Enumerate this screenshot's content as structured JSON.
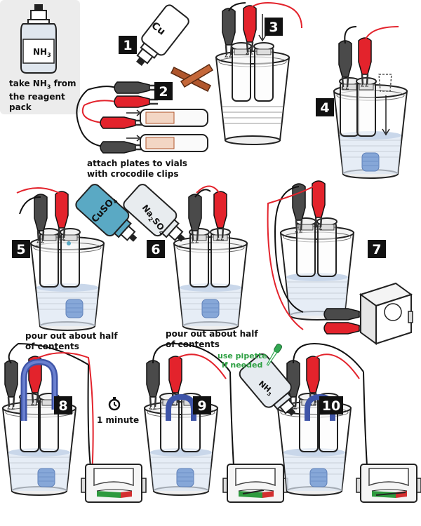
{
  "reagent": {
    "bottle_label_main": "NH",
    "bottle_label_sub": "3",
    "caption_line1_pre": "take NH",
    "caption_line1_sub": "3",
    "caption_line1_post": " from",
    "caption_line2": "the reagent",
    "caption_line3": "pack"
  },
  "steps": [
    "1",
    "2",
    "3",
    "4",
    "5",
    "6",
    "7",
    "8",
    "9",
    "10"
  ],
  "bottles": {
    "cu": "Cu",
    "cuso4_main": "CuSO",
    "cuso4_sub": "4",
    "na2so4_a": "Na",
    "na2so4_b": "2",
    "na2so4_c": "SO",
    "na2so4_d": "4",
    "nh3_main": "NH",
    "nh3_sub": "3"
  },
  "captions": {
    "clips_line1": "attach plates to vials",
    "clips_line2": "with crocodile clips",
    "pour5_line1": "pour out about half",
    "pour5_line2": "of contents",
    "pour6_line1": "pour out about half",
    "pour6_line2": "of contents",
    "pipette_line1": "use pipette",
    "pipette_line2": "if needed",
    "timer": "1 minute"
  },
  "colors": {
    "panel_bg": "#ececec",
    "clip_red": "#e3232c",
    "clip_black": "#4a4a4a",
    "copper": "#b0562c",
    "blue_liquid": "#86a7d8",
    "cuso4_bottle": "#5aa9c4",
    "meter_green": "#2e9a3e",
    "meter_red": "#d32f2f",
    "pipette_green": "#33a852"
  }
}
